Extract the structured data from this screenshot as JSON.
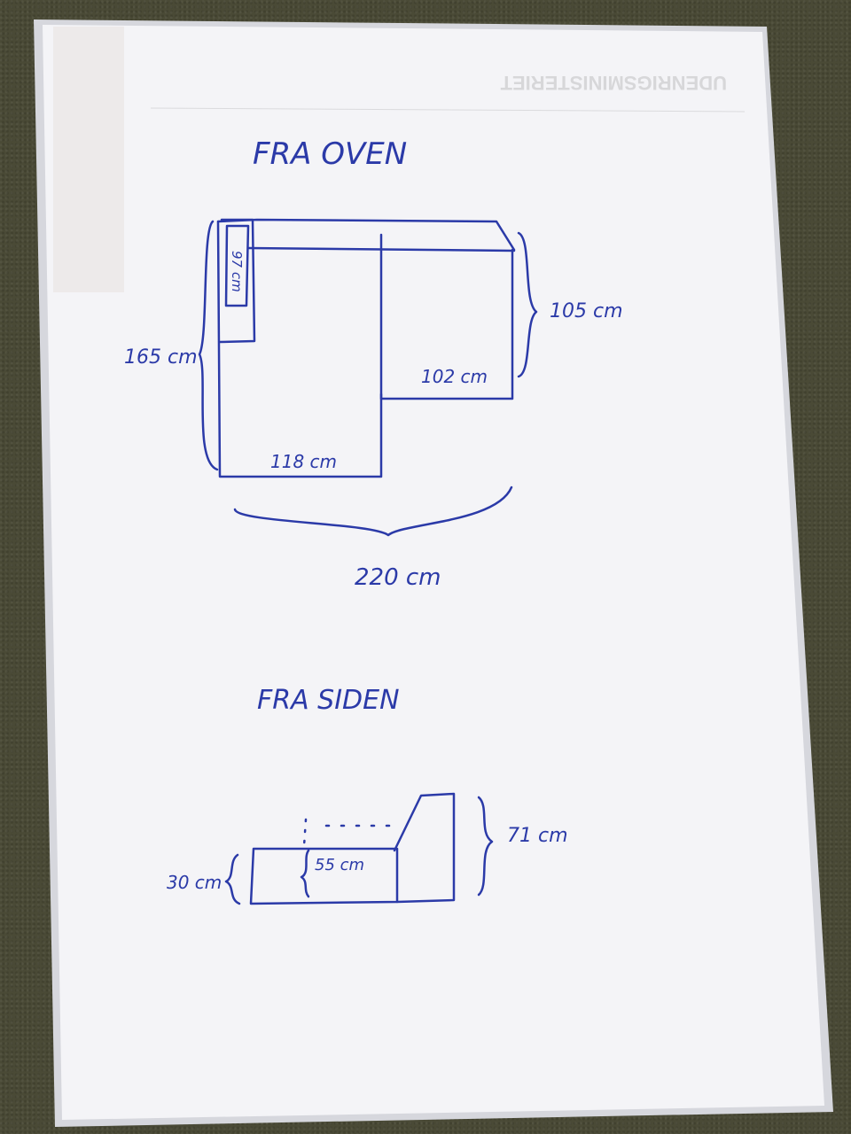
{
  "document": {
    "letterhead_text": "UDENRIGSMINISTERIET",
    "top_view_title": "FRA OVEN",
    "side_view_title": "FRA SIDEN",
    "top_view_labels": {
      "left_height": "165 cm",
      "right_height": "105 cm",
      "total_width": "220 cm",
      "left_bottom_width": "118 cm",
      "right_bottom_width": "102 cm",
      "armrest_label": "97 cm"
    },
    "side_view_labels": {
      "seat_height": "30 cm",
      "seat_depth": "55 cm",
      "back_height": "71 cm"
    }
  }
}
